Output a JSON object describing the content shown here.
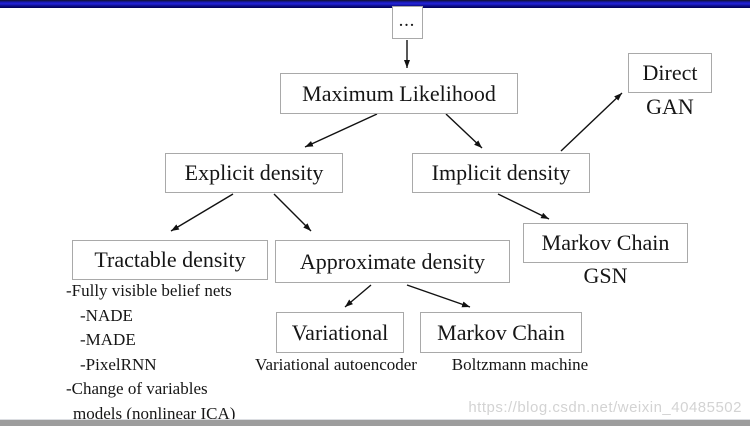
{
  "diagram": {
    "nodes": [
      {
        "id": "root",
        "label": "..."
      },
      {
        "id": "maximum-likelihood",
        "label": "Maximum Likelihood"
      },
      {
        "id": "explicit-density",
        "label": "Explicit density"
      },
      {
        "id": "implicit-density",
        "label": "Implicit density"
      },
      {
        "id": "direct",
        "label": "Direct",
        "caption": "GAN"
      },
      {
        "id": "tractable-density",
        "label": "Tractable density"
      },
      {
        "id": "approximate-density",
        "label": "Approximate density"
      },
      {
        "id": "markov-chain-gsn",
        "label": "Markov Chain",
        "caption": "GSN"
      },
      {
        "id": "variational",
        "label": "Variational",
        "caption": "Variational autoencoder"
      },
      {
        "id": "markov-chain-boltzmann",
        "label": "Markov Chain",
        "caption": "Boltzmann machine"
      }
    ],
    "edges": [
      {
        "from": "root",
        "to": "maximum-likelihood"
      },
      {
        "from": "maximum-likelihood",
        "to": "explicit-density"
      },
      {
        "from": "maximum-likelihood",
        "to": "implicit-density"
      },
      {
        "from": "implicit-density",
        "to": "direct"
      },
      {
        "from": "explicit-density",
        "to": "tractable-density"
      },
      {
        "from": "explicit-density",
        "to": "approximate-density"
      },
      {
        "from": "implicit-density",
        "to": "markov-chain-gsn"
      },
      {
        "from": "approximate-density",
        "to": "variational"
      },
      {
        "from": "approximate-density",
        "to": "markov-chain-boltzmann"
      }
    ],
    "tractable_list": [
      "-Fully visible belief nets",
      "-NADE",
      "-MADE",
      "-PixelRNN",
      "-Change of variables",
      "models (nonlinear ICA)"
    ],
    "colors": {
      "topbar_blue": "#2424d8",
      "bottombar_gray": "#9d9d9d",
      "box_border": "#a9a9a9",
      "text": "#161616",
      "watermark": "#d3d3d3"
    }
  },
  "watermark_text": "https://blog.csdn.net/weixin_40485502"
}
